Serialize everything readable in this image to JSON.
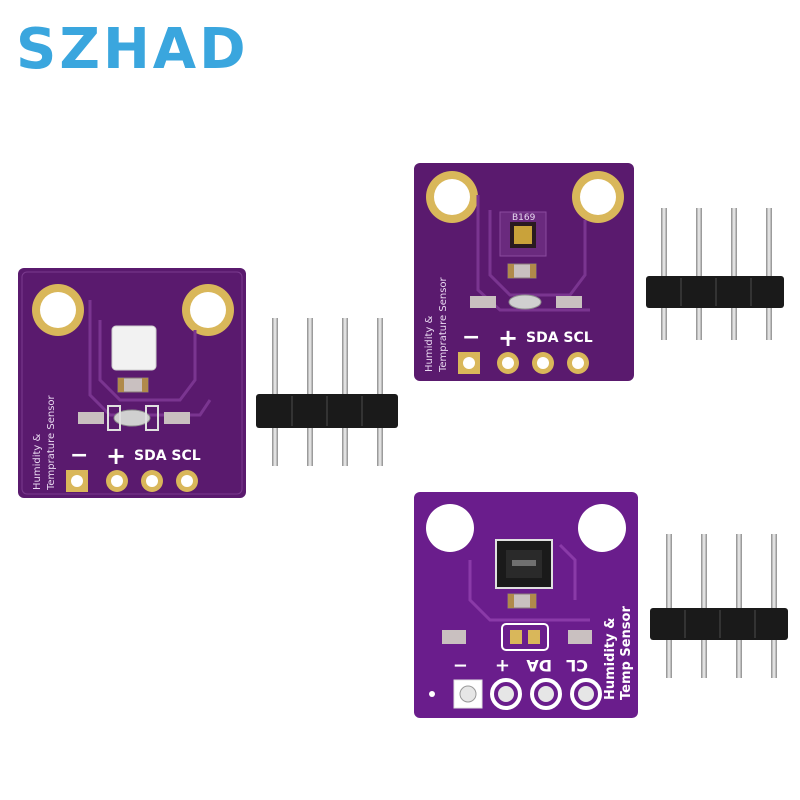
{
  "brand": {
    "name": "SZHAD",
    "color": "#3aa6de"
  },
  "boards": [
    {
      "id": "board-a",
      "side_label_1": "Humidity &",
      "side_label_2": "Temprature Sensor",
      "pin_minus": "−",
      "pin_plus": "+",
      "pin_sda_scl": "SDA SCL"
    },
    {
      "id": "board-b",
      "chip_marking": "B169",
      "side_label_1": "Humidity &",
      "side_label_2": "Temprature Sensor",
      "pin_minus": "−",
      "pin_plus": "+",
      "pin_sda_scl": "SDA SCL"
    },
    {
      "id": "board-c",
      "side_label_1": "Humidity &",
      "side_label_2": "Temp Sensor",
      "pin_minus": "−",
      "pin_plus": "+",
      "pin_da": "DA",
      "pin_cl": "CL"
    }
  ],
  "colors": {
    "pcb": "#5a1a6e",
    "pcb_c": "#6a1d8c",
    "gold": "#d9b75a",
    "header": "#1a1a1a",
    "pin": "#c8c8c8"
  }
}
